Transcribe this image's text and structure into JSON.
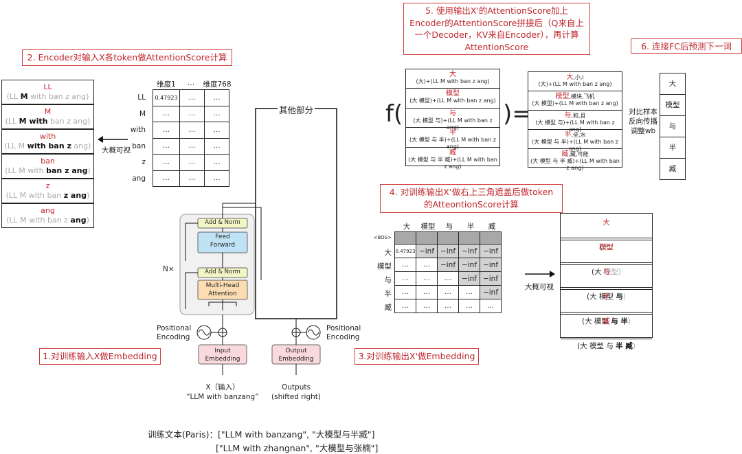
{
  "annotations": {
    "a1": "1.对训练输入X做Embedding",
    "a2": "2. Encoder对输入X各token做AttentionScore计算",
    "a3": "3.对训练输出X'做Embedding",
    "a4_line1": "4. 对训练输出X‘做右上三角遮盖后做token",
    "a4_line2": "的AtteontionScore计算",
    "a5_line1": "5. 使用输出X'的AttentionScore加上",
    "a5_line2": "Encoder的AttentionScore拼接后（Q来自上",
    "a5_line3": "一个Decoder，KV来自Encoder），再计算",
    "a5_line4": "AttentionScore",
    "a6": "6. 连接FC后预测下一词"
  },
  "encoder_tokens": [
    {
      "head": "LL",
      "pre": "(LL ",
      "bold": "M",
      "mid": " with ban z ang)"
    },
    {
      "head": "M",
      "pre": "(LL ",
      "bold": "M with",
      "mid": " ban z ang)"
    },
    {
      "head": "with",
      "pre": "(LL M ",
      "bold": "with ban z",
      "mid": " ang)"
    },
    {
      "head": "ban",
      "pre": "(LL M with ",
      "bold": "ban z ang",
      "mid": ")"
    },
    {
      "head": "z",
      "pre": "(LL M with ban ",
      "bold": "z ang",
      "mid": ")"
    },
    {
      "head": "ang",
      "pre": "(LL M with ban z ",
      "bold": "ang",
      "mid": ")"
    }
  ],
  "maybe_visible": "大概可视",
  "enc_matrix": {
    "col_headers": [
      "维度1",
      "…",
      "维度768"
    ],
    "row_labels": [
      "LL",
      "M",
      "with",
      "ban",
      "z",
      "ang"
    ],
    "first_value": "0.47923",
    "ellipsis": "…"
  },
  "transformer": {
    "other_parts": "其他部分",
    "add_norm": "Add & Norm",
    "feed_forward_1": "Feed",
    "feed_forward_2": "Forward",
    "mha_1": "Multi-Head",
    "mha_2": "Attention",
    "nx": "N×",
    "pos_enc_1": "Positional",
    "pos_enc_2": "Encoding",
    "input_emb_1": "Input",
    "input_emb_2": "Embedding",
    "output_emb_1": "Output",
    "output_emb_2": "Embedding",
    "input_label_1": "X（输入）",
    "input_label_2": "“LLM with banzang”",
    "output_label_1": "Outputs",
    "output_label_2": "(shifted right)"
  },
  "dec_matrix": {
    "col_headers": [
      "大",
      "模型",
      "与",
      "半",
      "臧"
    ],
    "bos": "<BOS>",
    "row_labels": [
      "大",
      "模型",
      "与",
      "半",
      "臧"
    ],
    "first_value": "0.47923",
    "neg_inf": "−inf",
    "ellipsis": "…"
  },
  "decoder_tokens": [
    {
      "head": "大",
      "pre": "(",
      "bold": "",
      "tail": "大)"
    },
    {
      "head": "模型",
      "pre": "(大 ",
      "bold": "",
      "tail": "模型)"
    },
    {
      "head": "与",
      "pre": "(大 模型 ",
      "bold": "与",
      "tail": ")"
    },
    {
      "head": "半",
      "pre": "(大 模型 ",
      "bold": "与 半",
      "tail": ")"
    },
    {
      "head": "臧",
      "pre": "(大 模型 与 ",
      "bold": "半 臧",
      "tail": ")"
    }
  ],
  "f_label": "f(",
  "eq_label": ")=",
  "left_stack": [
    {
      "head": "大",
      "sub": "(大)+(LL M with ban z ang)"
    },
    {
      "head": "模型",
      "sub": "(大 模型)+(LL M with ban z ang)"
    },
    {
      "head": "与",
      "sub": "(大 模型 与)+(LL M with ban z ang)"
    },
    {
      "head": "半",
      "sub": "(大 模型 与 半)+(LL M with ban z ang)"
    },
    {
      "head": "臧",
      "sub": "(大 模型 与 半 臧)+(LL M with ban z ang)"
    }
  ],
  "right_stack": [
    {
      "head": "大",
      "extra": ",小,i",
      "sub": "(大)+(LL M with ban z ang)"
    },
    {
      "head": "模型",
      "extra": ",模块,飞机",
      "sub": "(大 模型)+(LL M with ban z ang)"
    },
    {
      "head": "与",
      "extra": ",和,且",
      "sub": "(大 模型 与)+(LL M with ban z ang)"
    },
    {
      "head": "半",
      "extra": ",全,水",
      "sub": "(大 模型 与 半)+(LL M with ban z ang)"
    },
    {
      "head": "臧",
      "extra": ",藏,可能",
      "sub": "(大 模型 与 半 臧)+(LL M with ban z ang)"
    }
  ],
  "compare_note": [
    "对比样本",
    "反向传播",
    "调整wb"
  ],
  "fc_words": [
    "大",
    "模型",
    "与",
    "半",
    "臧"
  ],
  "train_text_1": "训练文本(Paris)：[\"LLM with banzang\", \"大模型与半臧\"]",
  "train_text_2": "[\"LLM with zhangnan\", \"大模型与张楠\"]"
}
